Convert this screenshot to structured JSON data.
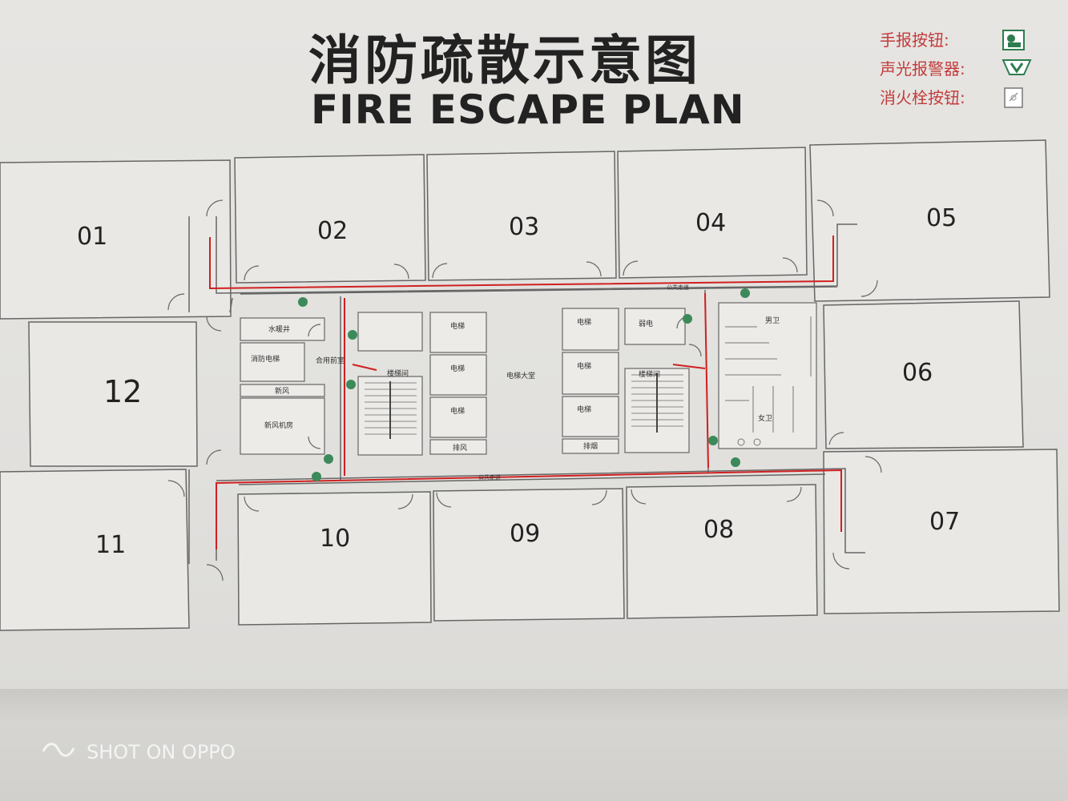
{
  "title_cn": "消防疏散示意图",
  "title_en": "FIRE ESCAPE PLAN",
  "legend": [
    {
      "label": "手报按钮:",
      "icon": "manual-alarm-button-icon"
    },
    {
      "label": "声光报警器:",
      "icon": "sound-light-alarm-icon"
    },
    {
      "label": "消火栓按钮:",
      "icon": "hydrant-button-icon"
    }
  ],
  "rooms": {
    "r01": "01",
    "r02": "02",
    "r03": "03",
    "r04": "04",
    "r05": "05",
    "r06": "06",
    "r07": "07",
    "r08": "08",
    "r09": "09",
    "r10": "10",
    "r11": "11",
    "r12": "12"
  },
  "core_labels": {
    "water_shaft": "水暖井",
    "fire_elevator": "消防电梯",
    "shared_front_room": "合用前室",
    "fresh_air": "新风",
    "fresh_air_room": "新风机房",
    "stairwell_left": "楼梯间",
    "stairwell_right": "楼梯间",
    "elevator_1": "电梯",
    "elevator_2": "电梯",
    "elevator_3": "电梯",
    "elevator_4": "电梯",
    "elevator_5": "电梯",
    "elevator_6": "电梯",
    "exhaust": "排风",
    "exhaust_smoke": "排烟",
    "elevator_hall": "电梯大堂",
    "power_room": "弱电",
    "mens_toilet": "男卫",
    "womens_toilet": "女卫",
    "public_corridor_top": "公共走道",
    "public_corridor_bottom": "公共走道"
  },
  "colors": {
    "escape_route": "#d02020",
    "wall_line": "#666666",
    "board": "#e4e3e0",
    "legend_text": "#c33b3b"
  },
  "watermark": "SHOT ON OPPO"
}
